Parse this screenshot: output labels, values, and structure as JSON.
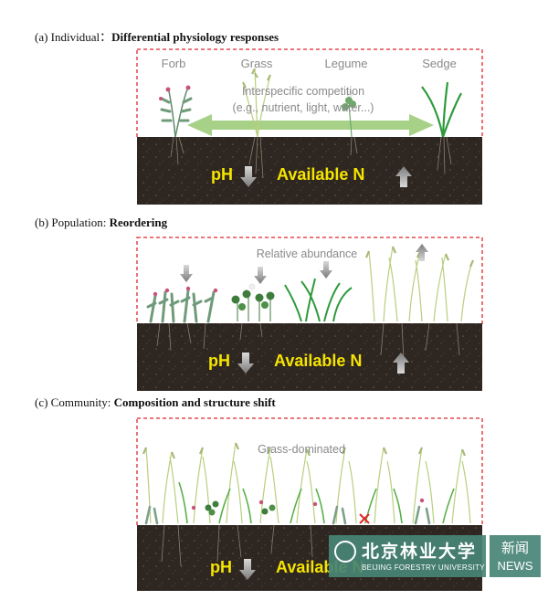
{
  "panel_a": {
    "heading_prefix": "(a) Individual：",
    "heading_bold": "Differential physiology responses",
    "plant_labels": [
      "Forb",
      "Grass",
      "Legume",
      "Sedge"
    ],
    "competition_line1": "Interspecific competition",
    "competition_line2": "(e.g., nutrient, light, water...)",
    "ph_label": "pH",
    "n_label": "Available N"
  },
  "panel_b": {
    "heading_prefix": "(b) Population: ",
    "heading_bold": "Reordering",
    "abundance_label": "Relative abundance",
    "ph_label": "pH",
    "n_label": "Available N"
  },
  "panel_c": {
    "heading_prefix": "(c) Community: ",
    "heading_bold": "Composition and structure shift",
    "dominance_label": "Grass-dominated",
    "ph_label": "pH",
    "n_label": "Available N"
  },
  "watermark": {
    "university_cn": "北京林业大学",
    "university_en": "BEIJING FORESTRY UNIVERSITY",
    "news_cn": "新闻",
    "news_en": "NEWS"
  },
  "colors": {
    "soil": "#2e2620",
    "dashed_border": "#e0262b",
    "soil_text": "#f5e400",
    "arrow_green": "#9ccc7a",
    "watermark": "#488476"
  }
}
